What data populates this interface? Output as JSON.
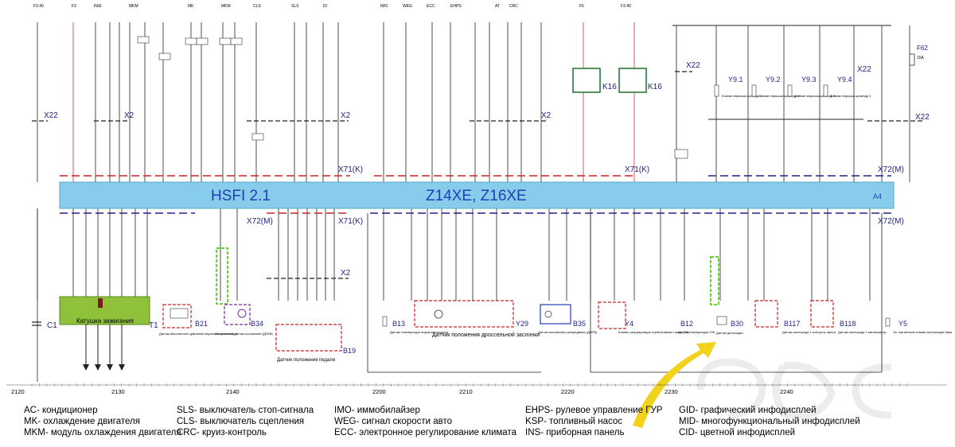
{
  "ecu": {
    "name": "HSFI 2.1",
    "engines": "Z14XE,  Z16XE",
    "pin_ref": "A4"
  },
  "connectors": {
    "x71k_top": "X71(K)",
    "x71k_top_right": "X71(K)",
    "x72m_top": "X72(M)",
    "x72m_bot_left": "X72(M)",
    "x71k_bot": "X71(K)",
    "x72m_bot_right": "X72(M)",
    "x22_left": "X22",
    "x2_a": "X2",
    "x2_b": "X2",
    "x2_c": "X2",
    "x22_top": "X22",
    "x22_right_a": "X22",
    "x22_right_b": "X22",
    "x2_bot": "X2"
  },
  "relays": {
    "k16_a": "K16",
    "k16_b": "K16"
  },
  "injectors": [
    {
      "id": "Y9.1",
      "desc": "Клапан впрыска цилиндр 1"
    },
    {
      "id": "Y9.2",
      "desc": "Клапан впрыска цилиндр 2"
    },
    {
      "id": "Y9.3",
      "desc": "Клапан впрыска цилиндр 3"
    },
    {
      "id": "Y9.4",
      "desc": "Клапан впрыска цилиндр 4"
    }
  ],
  "fuse": {
    "id": "F62",
    "rating": "15A"
  },
  "top_labels": [
    "F3.40",
    "F3",
    "IN/E",
    "MKM",
    "MK",
    "MKM",
    "CLS",
    "SLS",
    "ID",
    "IMO",
    "WEG",
    "ECC",
    "EHPS",
    "AT",
    "CRC",
    "F6",
    "F3.40"
  ],
  "components": {
    "ignition_coil": "Катушка зажигания",
    "t1": "T1",
    "c1": "C1",
    "b21": "B21",
    "b21_desc": "Датчик абсолютного давления впускного коллектора",
    "b34": "B34",
    "b34_desc": "Импульсный датчик положения (ДПКВ)",
    "b19": "B19",
    "b19_desc": "Датчик положения педали",
    "b13": "B13",
    "b13_desc": "Датчик температуры впускного воздуха",
    "y29": "Y29",
    "y29_desc": "Датчик положения дроссельной заслонки",
    "b35": "B35",
    "b35_desc": "Датчик положения распредвала (ДПРВ)",
    "y4": "Y4",
    "y4_desc": "Клапан рециркуляции отработавших газов (ОЭ)",
    "b12": "B12",
    "b12_desc": "Датчик температуры ОЖ",
    "b30": "B30",
    "b30_desc": "Датчик детонации",
    "b117": "B117",
    "b117_desc": "Датчик кислорода 1 контроль смеси",
    "b118": "B118",
    "b118_desc": "Датчик кислорода 2 катализатор",
    "y5": "Y5",
    "y5_desc": "Эл. магнитный клапан вентиляции бака"
  },
  "grid_numbers": [
    "2120",
    "2130",
    "2140",
    "2200",
    "2210",
    "2220",
    "2230",
    "2240"
  ],
  "legend": {
    "col1": [
      "AC- кондиционер",
      "MK- охлаждение двигателя",
      "MKM- модуль охлаждения двигателя"
    ],
    "col2": [
      "SLS- выключатель стоп-сигнала",
      "CLS- выключатель сцепления",
      "CRC- круиз-контроль"
    ],
    "col3": [
      "IMO- иммобилайзер",
      "WEG- сигнал скорости авто",
      "ECC- электронное регулирование климата"
    ],
    "col4": [
      "EHPS- рулевое управление ГУР",
      "KSP- топливный насос",
      "INS- приборная панель"
    ],
    "col5": [
      "GID- графический инфодисплей",
      "MID- многофункциональный инфодисплей",
      "CID- цветной инфодисплей"
    ]
  },
  "colors": {
    "ecu_fill": "#87ccea",
    "ecu_text": "#1f3fb4",
    "connector_k": "#cc2222",
    "connector_m": "#22228a",
    "coil_fill": "#8fc23a",
    "watermark": "#e8e8e8",
    "arrow": "#f2d21c"
  }
}
